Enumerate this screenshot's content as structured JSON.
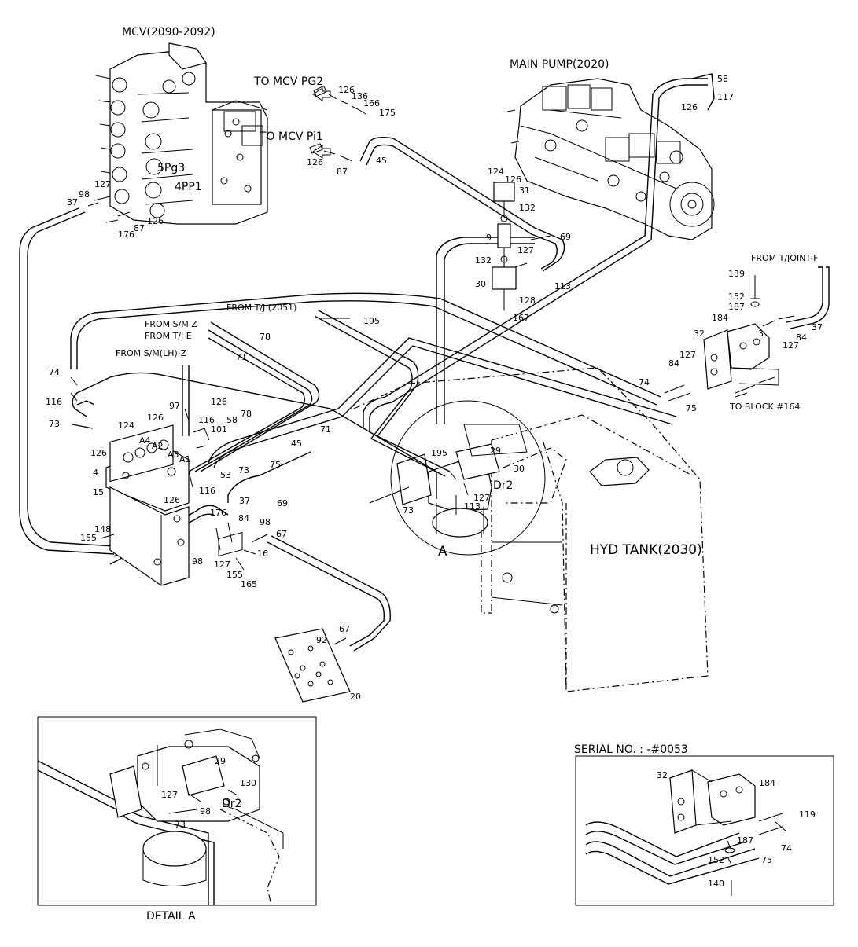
{
  "headings": {
    "mcv": "MCV(2090-2092)",
    "main_pump": "MAIN PUMP(2020)",
    "hyd_tank": "HYD TANK(2030)",
    "to_mcv_pg2": "TO MCV PG2",
    "to_mcv_pi1": "TO MCV Pi1",
    "from_tj_2051": "FROM T/J (2051)",
    "from_sm_z": "FROM S/M Z",
    "from_tj_e": "FROM T/J E",
    "from_sm_lh_z": "FROM S/M(LH)-Z",
    "from_tjoint_f": "FROM T/JOINT-F",
    "to_block_164": "TO BLOCK #164",
    "detail_a": "DETAIL A",
    "serial_no": "SERIAL NO. : -#0053",
    "detail_marker": "A",
    "port_5pg3": "5Pg3",
    "port_4pp1": "4PP1",
    "port_dr2": "Dr2",
    "detail_port_dr2": "Dr2",
    "port_a4": "A4",
    "port_a2": "A2",
    "port_a3": "A3",
    "port_a1": "A1"
  },
  "main_callouts": [
    "58",
    "117",
    "126",
    "126",
    "136",
    "166",
    "175",
    "126",
    "87",
    "45",
    "124",
    "126",
    "31",
    "132",
    "9",
    "69",
    "127",
    "132",
    "113",
    "30",
    "128",
    "167",
    "139",
    "152",
    "187",
    "184",
    "32",
    "3",
    "37",
    "84",
    "127",
    "84",
    "127",
    "74",
    "75",
    "195",
    "78",
    "71",
    "74",
    "116",
    "73",
    "124",
    "126",
    "97",
    "126",
    "116",
    "58",
    "101",
    "78",
    "71",
    "45",
    "75",
    "126",
    "4",
    "15",
    "73",
    "53",
    "116",
    "126",
    "37",
    "69",
    "176",
    "84",
    "98",
    "67",
    "148",
    "155",
    "98",
    "127",
    "155",
    "165",
    "16",
    "92",
    "67",
    "20",
    "37",
    "98",
    "127",
    "176",
    "87",
    "126",
    "195",
    "29",
    "30",
    "127",
    "113",
    "73"
  ],
  "detail_callouts": [
    "29",
    "130",
    "127",
    "98",
    "73"
  ],
  "serial_callouts": [
    "32",
    "184",
    "119",
    "187",
    "74",
    "152",
    "75",
    "140"
  ]
}
